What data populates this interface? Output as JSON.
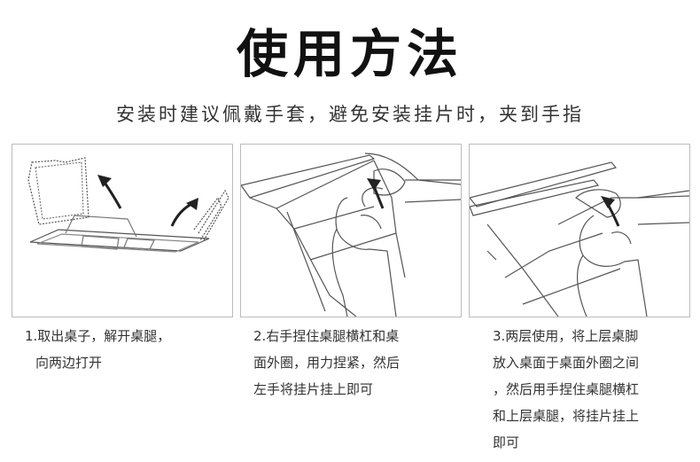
{
  "title": "使用方法",
  "subtitle": "安装时建议佩戴手套，避免安装挂片时，夹到手指",
  "steps": [
    {
      "lines": [
        "1.取出桌子，解开桌腿，",
        "向两边打开"
      ]
    },
    {
      "lines": [
        "2.右手捏住桌腿横杠和桌",
        "面外圈，用力捏紧，然后",
        "左手将挂片挂上即可"
      ]
    },
    {
      "lines": [
        "3.两层使用，将上层桌脚",
        "放入桌面于桌面外圈之间",
        "，然后用手捏住桌腿横杠",
        "和上层桌腿，将挂片挂上",
        "即可"
      ]
    }
  ],
  "colors": {
    "line": "#444444",
    "border": "#bbbbbb",
    "text": "#333333"
  }
}
